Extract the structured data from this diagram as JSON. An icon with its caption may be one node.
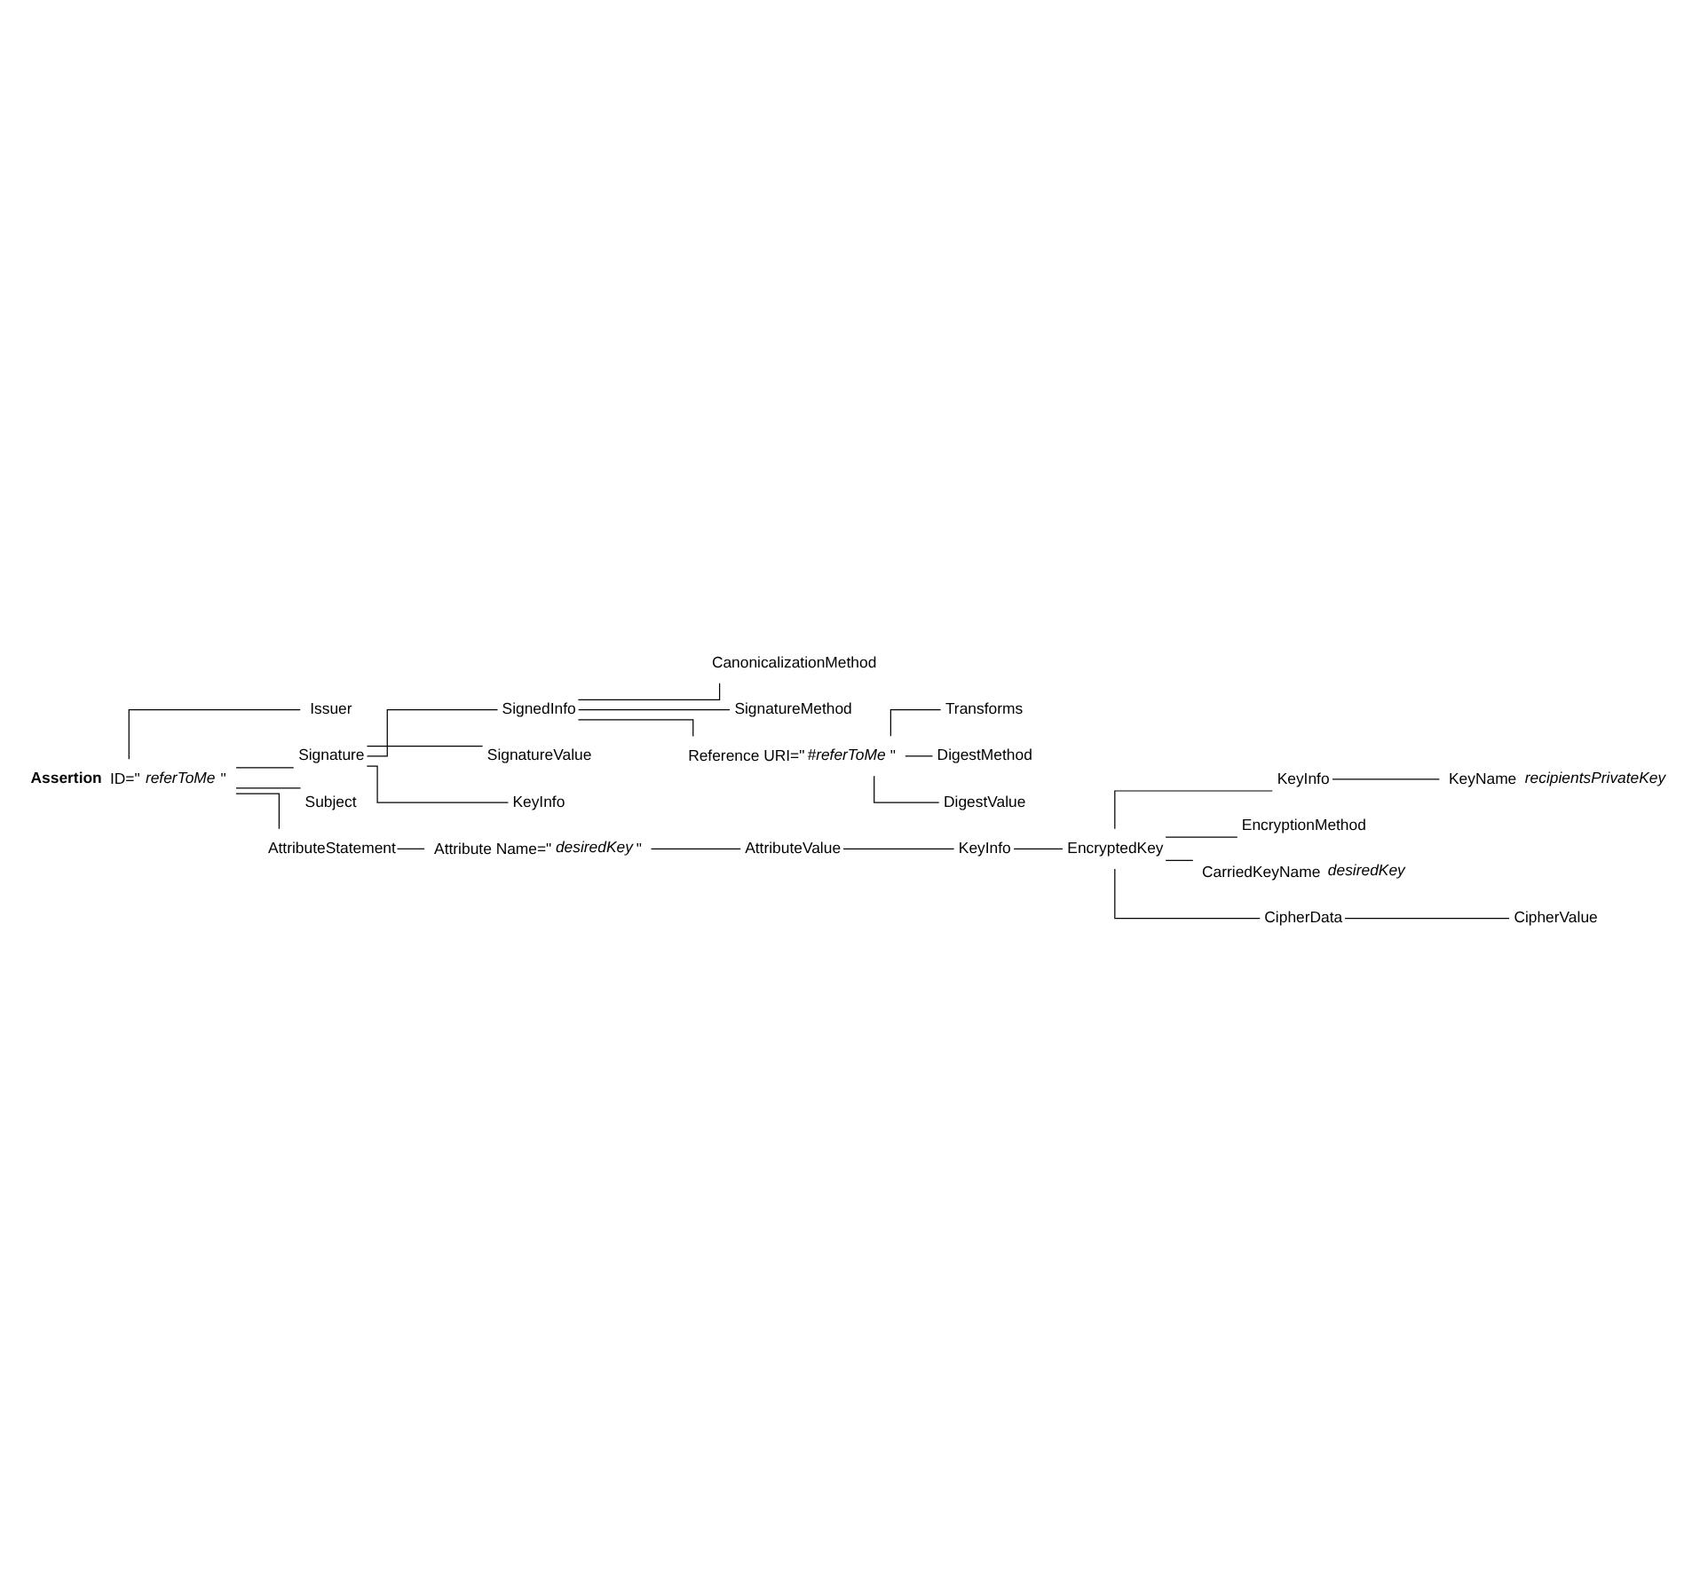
{
  "diagram": {
    "nodes": [
      {
        "text": [
          "**Assertion** ID=\"*referToMe*\""
        ]
      },
      {
        "text": [
          "Issuer"
        ]
      },
      {
        "text": [
          "Signature"
        ]
      },
      {
        "text": [
          "SignedInfo"
        ]
      },
      {
        "text": [
          "CanonicalizationMethod"
        ]
      },
      {
        "text": [
          "SignatureMethod"
        ]
      },
      {
        "text": [
          "Reference URI=\"*#referToMe*\""
        ]
      },
      {
        "text": [
          "Transforms"
        ]
      },
      {
        "text": [
          "DigestMethod"
        ]
      },
      {
        "text": [
          "DigestValue"
        ]
      },
      {
        "text": [
          "SignatureValue"
        ]
      },
      {
        "text": [
          "KeyInfo"
        ]
      },
      {
        "text": [
          "Subject"
        ]
      },
      {
        "text": [
          "AttributeStatement"
        ]
      },
      {
        "text": [
          "Attribute Name=\"*desiredKey*\""
        ]
      },
      {
        "text": [
          "AttributeValue"
        ]
      },
      {
        "text": [
          "KeyInfo"
        ]
      },
      {
        "text": [
          "EncryptedKey"
        ]
      },
      {
        "text": [
          "KeyInfo"
        ]
      },
      {
        "text": [
          "KeyName *recipientsPrivateKey*"
        ]
      },
      {
        "text": [
          "EncryptionMethod"
        ]
      },
      {
        "text": [
          "CarriedKeyName *desiredKey*"
        ]
      },
      {
        "text": [
          "CipherData"
        ]
      },
      {
        "text": [
          "CipherValue"
        ]
      }
    ],
    "edges": [
      {
        "from": 0,
        "to": 1,
        "arrow": "none"
      },
      {
        "from": 0,
        "to": 2,
        "arrow": "none"
      },
      {
        "from": 2,
        "to": 3,
        "arrow": "none"
      },
      {
        "from": 3,
        "to": 4,
        "arrow": "none"
      },
      {
        "from": 3,
        "to": 5,
        "arrow": "none"
      },
      {
        "from": 3,
        "to": 6,
        "arrow": "none"
      },
      {
        "from": 6,
        "to": 7,
        "arrow": "none"
      },
      {
        "from": 6,
        "to": 8,
        "arrow": "none"
      },
      {
        "from": 6,
        "to": 9,
        "arrow": "none"
      },
      {
        "from": 2,
        "to": 10,
        "arrow": "none"
      },
      {
        "from": 2,
        "to": 11,
        "arrow": "none"
      },
      {
        "from": 0,
        "to": 12,
        "arrow": "none"
      },
      {
        "from": 0,
        "to": 13,
        "arrow": "none"
      },
      {
        "from": 13,
        "to": 14,
        "arrow": "none"
      },
      {
        "from": 14,
        "to": 15,
        "arrow": "none"
      },
      {
        "from": 15,
        "to": 16,
        "arrow": "none"
      },
      {
        "from": 16,
        "to": 17,
        "arrow": "none"
      },
      {
        "from": 17,
        "to": 18,
        "arrow": "none"
      },
      {
        "from": 18,
        "to": 19,
        "arrow": "none"
      },
      {
        "from": 17,
        "to": 20,
        "arrow": "none"
      },
      {
        "from": 17,
        "to": 21,
        "arrow": "none"
      },
      {
        "from": 17,
        "to": 22,
        "arrow": "none"
      },
      {
        "from": 22,
        "to": 23,
        "arrow": "none"
      }
    ]
  }
}
